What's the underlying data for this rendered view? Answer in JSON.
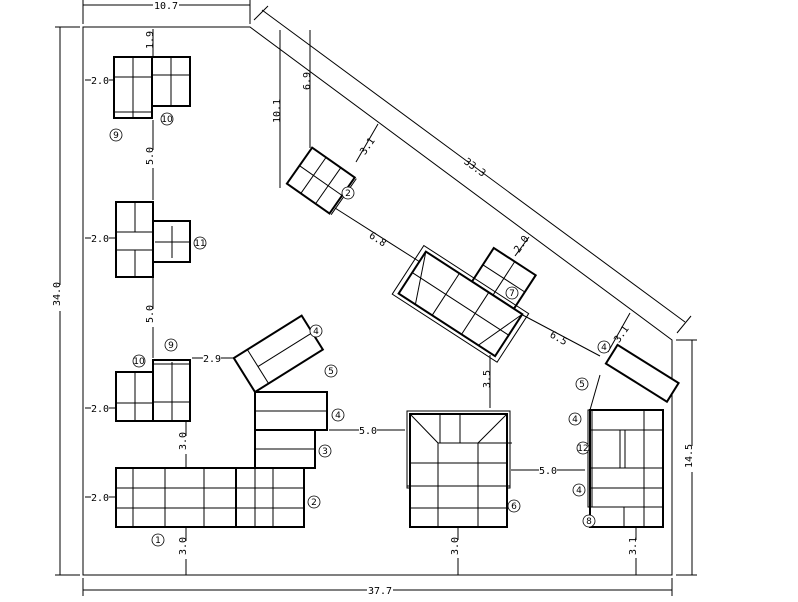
{
  "drawing": {
    "outer_dimensions": {
      "top": "10.7",
      "left": "34.0",
      "bottom": "37.7",
      "right": "14.5",
      "diagonal": "33.3"
    },
    "dimensions": {
      "d_10_1": "10.1",
      "d_6_9": "6.9",
      "d_3_1_a": "3.1",
      "d_6_8": "6.8",
      "d_2_0_diag": "2.0",
      "d_6_5": "6.5",
      "d_3_1_b": "3.1",
      "d_3_5": "3.5",
      "d_5_0_mid": "5.0",
      "d_5_0_right": "5.0",
      "d_3_0_mid": "3.0",
      "d_3_1_c": "3.1",
      "d_2_0_a": "2.0",
      "d_1_9": "1.9",
      "d_5_0_a": "5.0",
      "d_2_0_b": "2.0",
      "d_5_0_b": "5.0",
      "d_2_0_c": "2.0",
      "d_2_9": "2.9",
      "d_3_0_a": "3.0",
      "d_2_0_d": "2.0",
      "d_3_0_b": "3.0"
    },
    "callouts": {
      "c9a": "9",
      "c10a": "10",
      "c11": "11",
      "c2a": "2",
      "c7": "7",
      "c10b": "10",
      "c9b": "9",
      "c4a": "4",
      "c5a": "5",
      "c4b": "4",
      "c3": "3",
      "c2b": "2",
      "c1": "1",
      "c6": "6",
      "c4c": "4",
      "c5b": "5",
      "c4d": "4",
      "c12": "12",
      "c4e": "4",
      "c8": "8"
    }
  }
}
